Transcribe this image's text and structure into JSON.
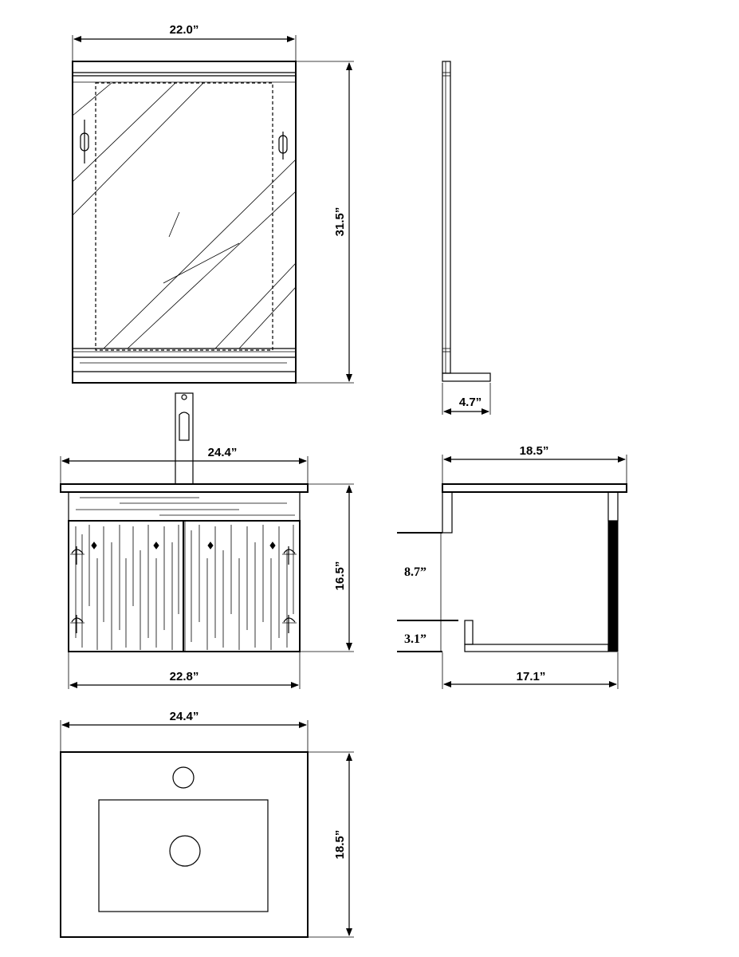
{
  "dimensions": {
    "mirror_width": "22.0”",
    "mirror_height": "31.5”",
    "mirror_depth": "4.7”",
    "vanity_top_width_front": "24.4”",
    "vanity_height": "16.5”",
    "vanity_cabinet_width": "22.8”",
    "vanity_side_top_depth": "18.5”",
    "vanity_side_upper_height": "8.7”",
    "vanity_side_lower_height": "3.1”",
    "vanity_side_cabinet_depth": "17.1”",
    "top_view_width": "24.4”",
    "top_view_depth": "18.5”"
  },
  "icons": {
    "arrow": "arrowhead-icon",
    "faucet": "faucet-icon",
    "drain": "drain-icon",
    "faucet_hole": "faucet-hole-icon",
    "hinge": "hinge-icon",
    "knob": "knob-icon"
  }
}
